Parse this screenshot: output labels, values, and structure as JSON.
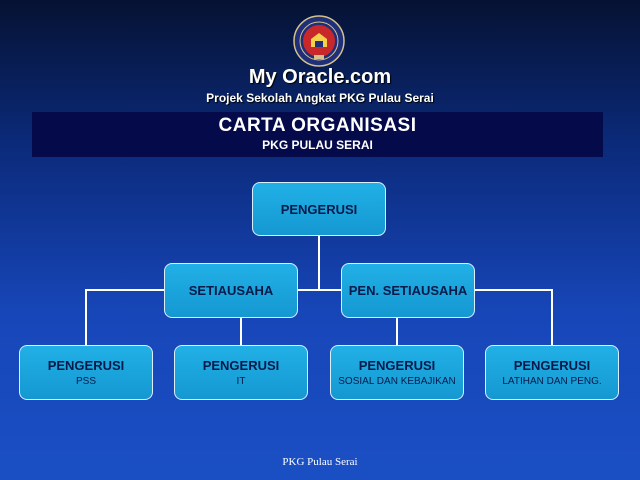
{
  "header": {
    "title": "My Oracle.com",
    "subtitle": "Projek Sekolah Angkat PKG Pulau Serai"
  },
  "banner": {
    "title": "CARTA ORGANISASI",
    "subtitle": "PKG PULAU SERAI"
  },
  "chart": {
    "root": {
      "label": "PENGERUSI"
    },
    "level2": [
      {
        "label": "SETIAUSAHA"
      },
      {
        "label": "PEN. SETIAUSAHA"
      }
    ],
    "level3": [
      {
        "label": "PENGERUSI",
        "sub": "PSS"
      },
      {
        "label": "PENGERUSI",
        "sub": "IT"
      },
      {
        "label": "PENGERUSI",
        "sub": "SOSIAL DAN KEBAJIKAN"
      },
      {
        "label": "PENGERUSI",
        "sub": "LATIHAN DAN PENG."
      }
    ]
  },
  "footer": {
    "text": "PKG Pulau Serai"
  },
  "colors": {
    "node_fill": "#1aa6dd",
    "node_border": "#d8f0ff",
    "banner": "#040a4a",
    "connector": "#ffffff"
  }
}
